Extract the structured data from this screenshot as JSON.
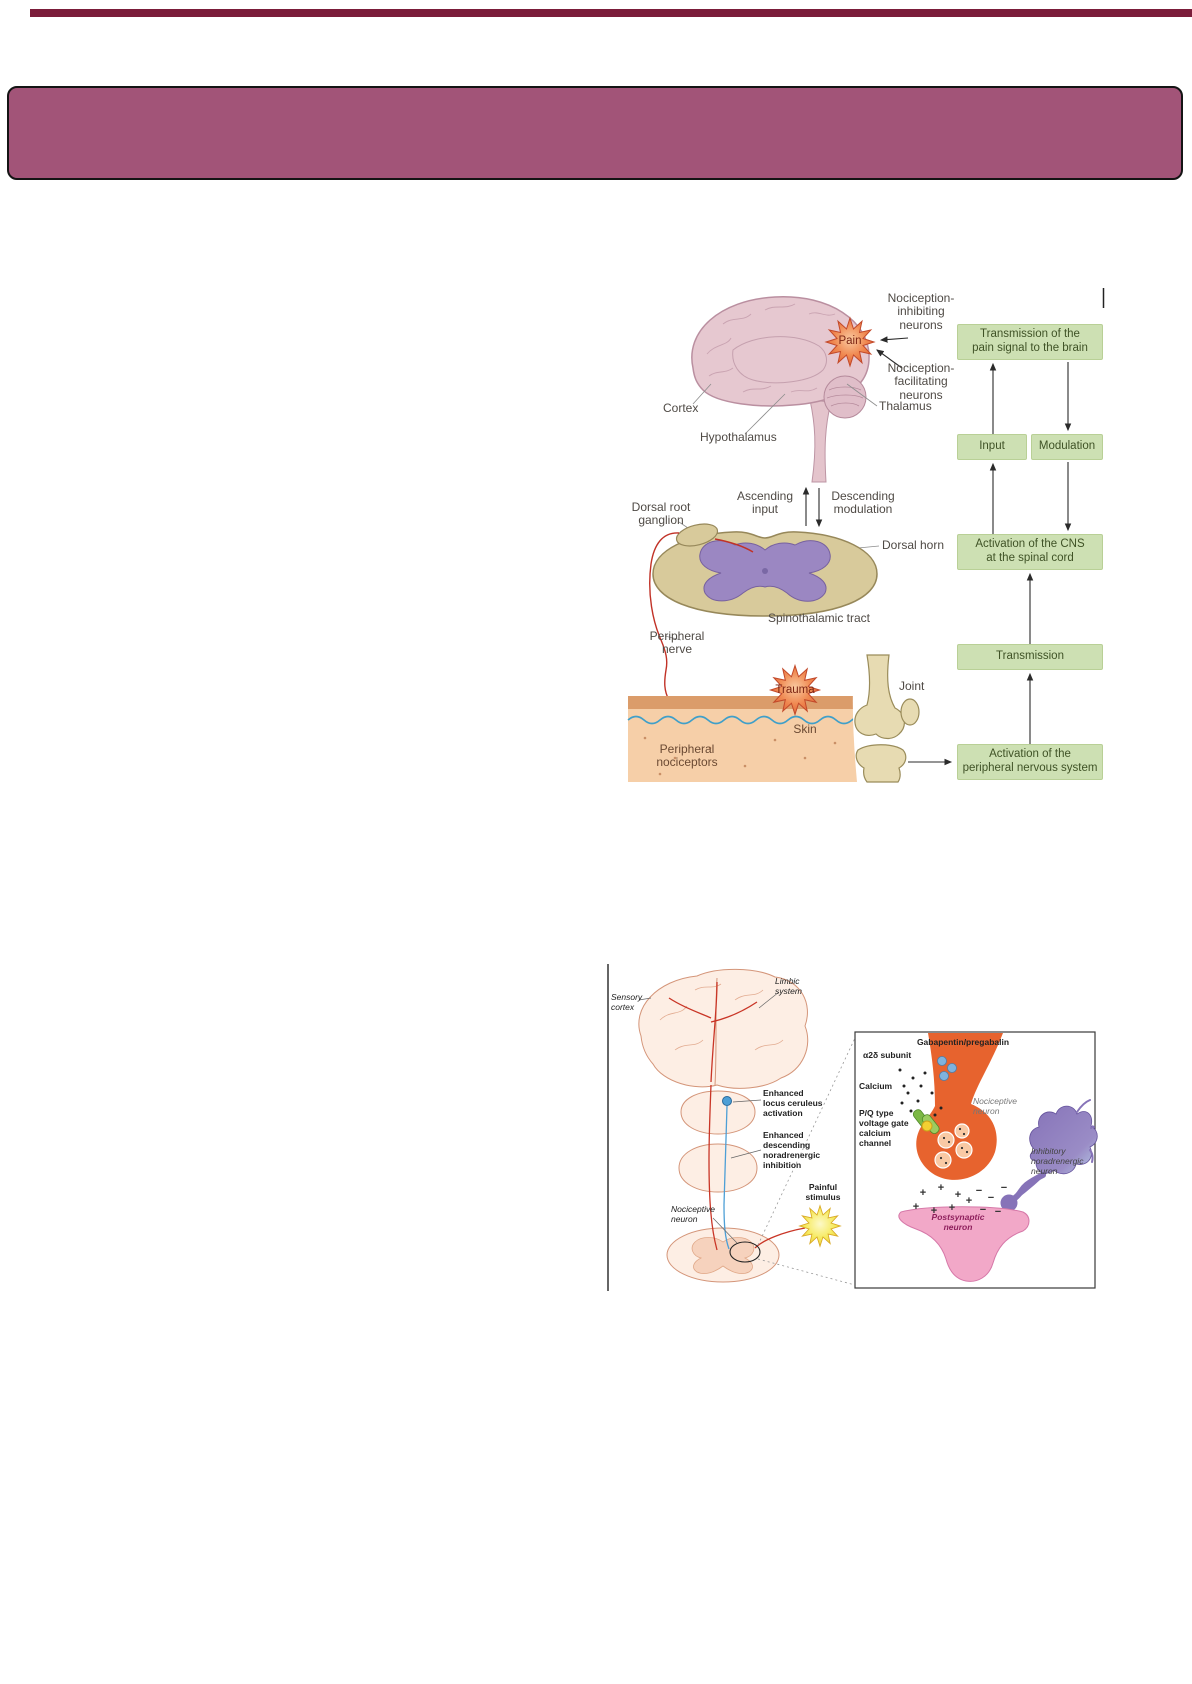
{
  "page": {
    "top_rule_color": "#7b1d3a",
    "banner_color": "#a25478"
  },
  "figure1": {
    "brain_labels": {
      "nociception_inhibiting": "Nociception-\ninhibiting\nneurons",
      "pain": "Pain",
      "nociception_facilitating": "Nociception-\nfacilitating\nneurons",
      "cortex": "Cortex",
      "thalamus": "Thalamus",
      "hypothalamus": "Hypothalamus"
    },
    "pathway_labels": {
      "ascending_input": "Ascending\ninput",
      "descending_modulation": "Descending\nmodulation",
      "dorsal_root_ganglion": "Dorsal root\nganglion",
      "dorsal_horn": "Dorsal horn",
      "spinothalamic_tract": "Spinothalamic tract",
      "peripheral_nerve": "Peripheral\nnerve",
      "trauma": "Trauma",
      "joint": "Joint",
      "skin": "Skin",
      "peripheral_nociceptors": "Peripheral\nnociceptors"
    },
    "flow_boxes": {
      "brain_transmission": "Transmission of the\npain signal to the brain",
      "input": "Input",
      "modulation": "Modulation",
      "cns_activation": "Activation of the CNS\nat the spinal cord",
      "transmission": "Transmission",
      "pns_activation": "Activation of the\nperipheral nervous system"
    },
    "colors": {
      "flow_box_fill": "#cde0b3",
      "flow_box_text": "#3f5226",
      "star_fill": "#f08a52",
      "nerve_red": "#c13227"
    }
  },
  "figure2": {
    "labels": {
      "sensory_cortex": "Sensory\ncortex",
      "limbic_system": "Limbic\nsystem",
      "locus_ceruleus": "Enhanced\nlocus ceruleus\nactivation",
      "noradrenergic_inhibition": "Enhanced\ndescending\nnoradrenergic\ninhibition",
      "painful_stimulus": "Painful\nstimulus",
      "nociceptive_neuron": "Nociceptive\nneuron"
    },
    "inset": {
      "gabapentin": "Gabapentin/pregabalin",
      "a2d_subunit": "α2δ subunit",
      "calcium": "Calcium",
      "pq_channel": "P/Q type\nvoltage gate\ncalcium\nchannel",
      "nociceptive_neuron": "Nociceptive\nneuron",
      "inhibitory_neuron": "Inhibitory\nnoradrenergic\nneuron",
      "postsynaptic_neuron": "Postsynaptic\nneuron",
      "plus": "+",
      "minus": "−"
    },
    "colors": {
      "nociceptive_orange": "#e7632e",
      "inhibitory_purple": "#8673b8",
      "postsynaptic_pink": "#f2a8c8",
      "stimulus_yellow": "#f6ea5e"
    }
  }
}
